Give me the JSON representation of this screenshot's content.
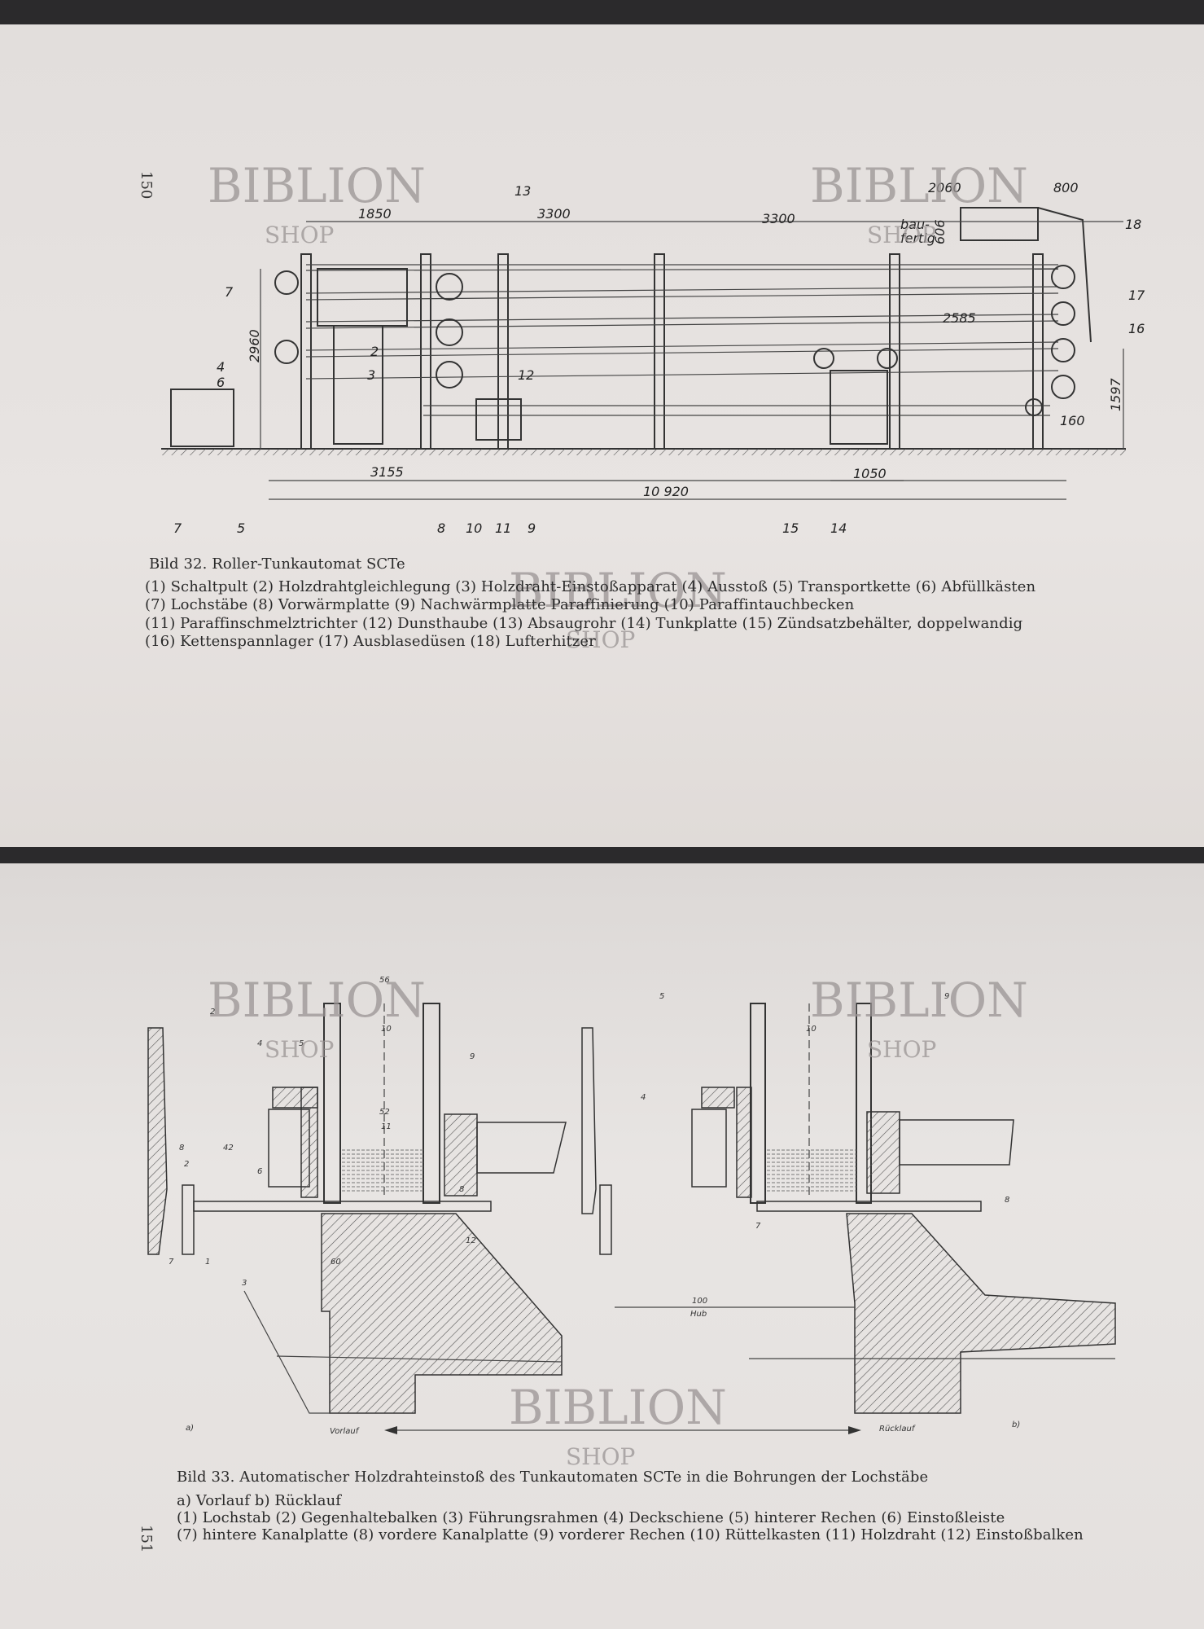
{
  "page_top": {
    "page_number": "150",
    "figure": {
      "labels": [
        "13",
        "18",
        "17",
        "16",
        "7",
        "2",
        "4",
        "6",
        "3",
        "12",
        "7",
        "5",
        "8",
        "10",
        "11",
        "9",
        "15",
        "14"
      ],
      "dimensions": {
        "d1850": "1850",
        "d3300a": "3300",
        "d3300b": "3300",
        "d2060": "2060",
        "d800": "800",
        "d606": "606",
        "bau": "bau-",
        "fertig": "fertig",
        "d2960": "2960",
        "d2585": "2585",
        "d1597": "1597",
        "d160": "160",
        "d3155": "3155",
        "d10920": "10 920",
        "d1050": "1050"
      }
    },
    "caption_title": "Bild 32. Roller-Tunkautomat SCTe",
    "caption_lines": [
      "(1) Schaltpult   (2) Holzdrahtgleichlegung   (3) Holzdraht-Einstoßapparat    (4) Ausstoß   (5) Transportkette   (6) Abfüllkästen",
      "(7) Lochstäbe   (8) Vorwärmplatte   (9) Nachwärmplatte Paraffinierung    (10) Paraffintauchbecken",
      "(11) Paraffinschmelztrichter   (12) Dunsthaube    (13) Absaugrohr   (14) Tunkplatte   (15) Zündsatzbehälter, doppelwandig",
      "(16) Kettenspannlager   (17) Ausblasedüsen   (18) Lufterhitzer"
    ]
  },
  "page_bottom": {
    "page_number": "151",
    "figure": {
      "left_labels": [
        "2",
        "4",
        "5",
        "56",
        "10",
        "9",
        "52",
        "11",
        "8",
        "42",
        "2",
        "6",
        "8",
        "12",
        "60",
        "7",
        "1",
        "3"
      ],
      "right_labels": [
        "5",
        "10",
        "9",
        "4",
        "8",
        "7",
        "100",
        "Hub"
      ],
      "sub_a": "a)",
      "sub_b": "b)",
      "vorlauf": "Vorlauf",
      "ruecklauf": "Rücklauf"
    },
    "caption_title": "Bild 33. Automatischer Holzdrahteinstoß des Tunkautomaten SCTe  in die Bohrungen der Lochstäbe",
    "caption_lines": [
      "a) Vorlauf   b) Rücklauf",
      "(1) Lochstab   (2) Gegenhaltebalken   (3) Führungsrahmen   (4) Deckschiene    (5) hinterer Rechen   (6) Einstoßleiste",
      "(7) hintere Kanalplatte   (8) vordere Kanalplatte   (9) vorderer Rechen   (10) Rüttelkasten   (11) Holzdraht   (12) Einstoßbalken"
    ]
  },
  "watermark": {
    "brand": "BIBLION",
    "sub": "SHOP"
  }
}
